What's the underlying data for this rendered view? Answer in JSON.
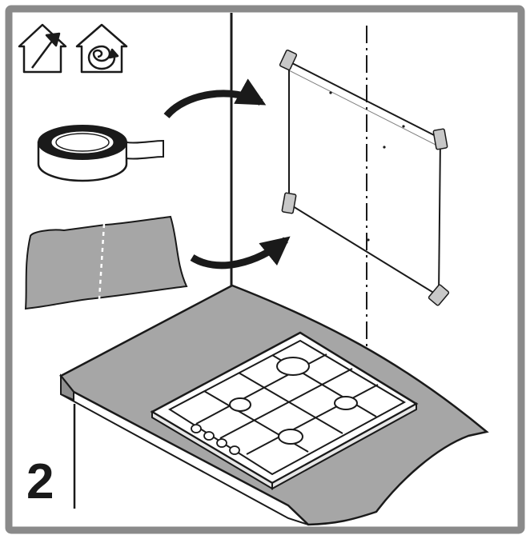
{
  "step": {
    "number": "2"
  },
  "icons": {
    "left": "house-exhaust-outlet-icon",
    "right": "house-recirculation-icon"
  },
  "materials": [
    "adhesive-tape",
    "paper-template-sheet"
  ],
  "colors": {
    "frame": "#8a8a8a",
    "line": "#1a1a1a",
    "surface_gray": "#a6a6a6",
    "background": "#ffffff"
  }
}
